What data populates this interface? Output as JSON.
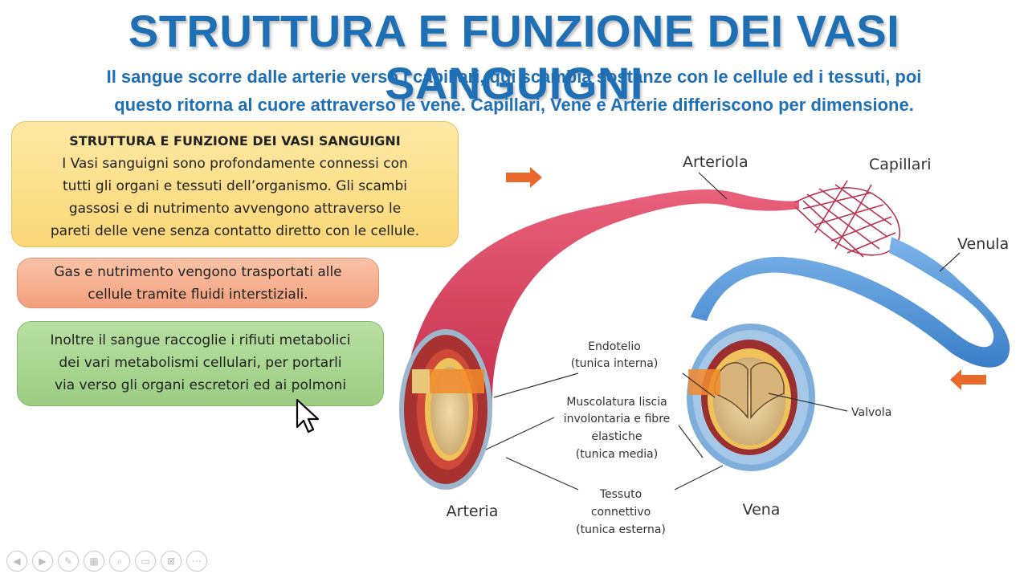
{
  "slide": {
    "title": "STRUTTURA E FUNZIONE DEI VASI SANGUIGNI",
    "subtitle_line1": "Il sangue scorre dalle arterie verso i capillari, qui scambia sostanze con le cellule ed i tessuti, poi",
    "subtitle_line2": "questo ritorna al cuore attraverso le vene. Capillari, Vene e Arterie differiscono per dimensione."
  },
  "boxes": {
    "box1": {
      "heading": "STRUTTURA E FUNZIONE DEI VASI SANGUIGNI",
      "lines": [
        "I Vasi sanguigni sono profondamente connessi con",
        "tutti gli organi e tessuti  dell’organismo.  Gli scambi",
        "gassosi e di nutrimento avvengono attraverso le",
        "pareti delle vene senza contatto diretto con le cellule."
      ]
    },
    "box2": {
      "lines": [
        "Gas e nutrimento vengono trasportati alle",
        "cellule tramite fluidi interstiziali."
      ]
    },
    "box3": {
      "lines": [
        "Inoltre il sangue raccoglie i rifiuti metabolici",
        "dei vari metabolismi cellulari, per portarli",
        "via verso gli organi escretori ed ai polmoni"
      ]
    }
  },
  "diagram": {
    "labels": {
      "arteriola": "Arteriola",
      "capillari": "Capillari",
      "venula": "Venula",
      "endotelio": "Endotelio",
      "endotelio_sub": "(tunica interna)",
      "muscolatura_1": "Muscolatura liscia",
      "muscolatura_2": "involontaria e fibre",
      "muscolatura_3": "elastiche",
      "muscolatura_sub": "(tunica media)",
      "tessuto_1": "Tessuto",
      "tessuto_2": "connettivo",
      "tessuto_sub": "(tunica esterna)",
      "valvola": "Valvola",
      "arteria": "Arteria",
      "vena": "Vena"
    },
    "colors": {
      "artery": "#d9455f",
      "vein": "#4a8fd4",
      "arrow": "#e8692a"
    }
  },
  "toolbar": {
    "icons": [
      "previous-icon",
      "next-icon",
      "pen-icon",
      "slides-icon",
      "zoom-icon",
      "subtitles-icon",
      "screen-icon",
      "more-icon"
    ]
  }
}
